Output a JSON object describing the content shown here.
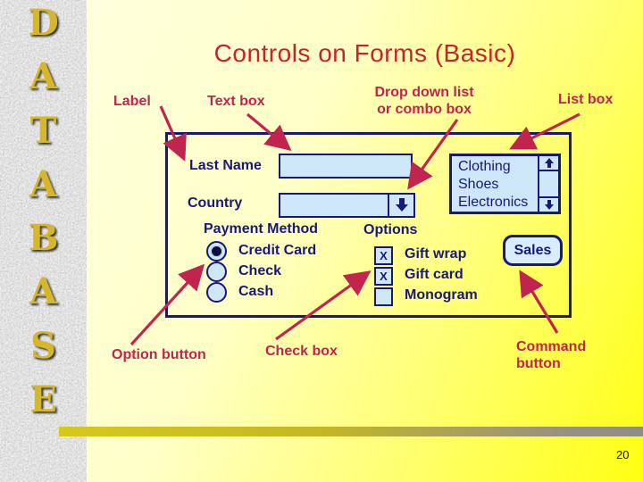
{
  "slide": {
    "title": "Controls on Forms (Basic)",
    "page_number": "20"
  },
  "sidebar": {
    "letters": [
      "D",
      "A",
      "T",
      "A",
      "B",
      "A",
      "S",
      "E"
    ]
  },
  "annotations": {
    "label": "Label",
    "text_box": "Text box",
    "dropdown_line1": "Drop down list",
    "dropdown_line2": "or combo box",
    "list_box": "List box",
    "option_button": "Option button",
    "check_box": "Check box",
    "command_line1": "Command",
    "command_line2": "button"
  },
  "form": {
    "last_name_label": "Last Name",
    "last_name_value": "",
    "country_label": "Country",
    "country_value": "",
    "payment_method_label": "Payment Method",
    "payment_options": [
      {
        "label": "Credit Card",
        "selected": true
      },
      {
        "label": "Check",
        "selected": false
      },
      {
        "label": "Cash",
        "selected": false
      }
    ],
    "options_label": "Options",
    "checkbox_mark": "X",
    "option_checkboxes": [
      {
        "label": "Gift wrap",
        "checked": true
      },
      {
        "label": "Gift card",
        "checked": true
      },
      {
        "label": "Monogram",
        "checked": false
      }
    ],
    "list_items": [
      "Clothing",
      "Shoes",
      "Electronics"
    ],
    "sales_button_label": "Sales"
  },
  "colors": {
    "navy": "#18187B",
    "control_fill": "#CDE6F8",
    "crimson": "#C1244F",
    "title_red": "#C5232E",
    "letter_gold": "#D8B62A"
  }
}
